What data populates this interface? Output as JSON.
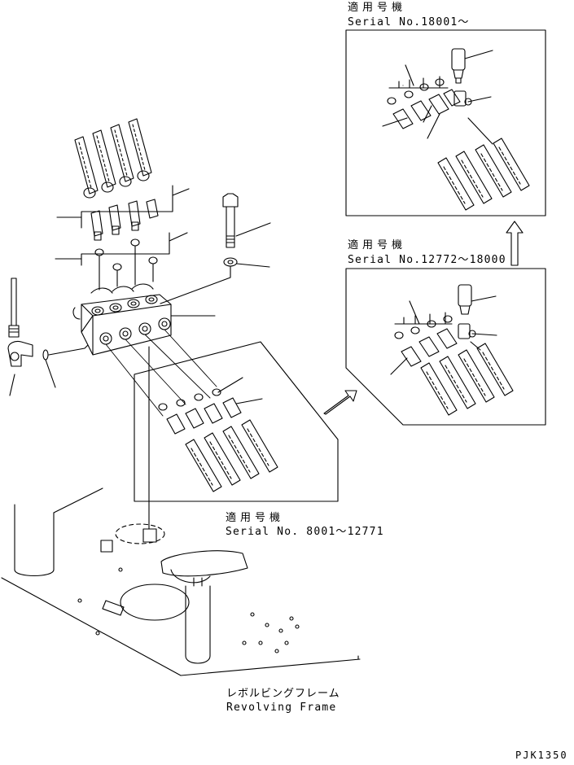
{
  "labels": {
    "top_applicable": "適用号機",
    "top_serial": "Serial No.18001～",
    "mid_applicable": "適用号機",
    "mid_serial": "Serial No.12772～18000",
    "main_applicable": "適用号機",
    "main_serial": "Serial No. 8001～12771",
    "frame_jp": "レボルビングフレーム",
    "frame_en": "Revolving Frame",
    "drawing_code": "PJK1350"
  },
  "colors": {
    "line": "#000000",
    "paper": "#ffffff"
  }
}
